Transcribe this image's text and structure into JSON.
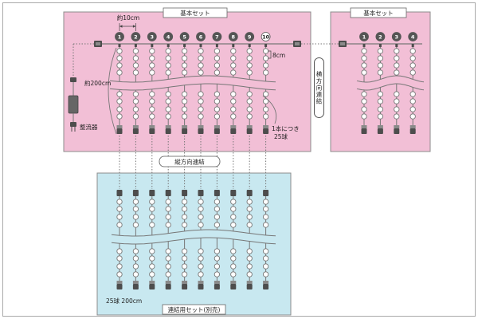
{
  "main_set": {
    "title": "基本セット",
    "string_labels": [
      "1",
      "2",
      "3",
      "4",
      "5",
      "6",
      "7",
      "8",
      "9",
      "10"
    ],
    "spacing_label": "約10cm",
    "bulb_spacing_label": "8cm",
    "length_label": "約200cm",
    "rectifier_label": "整流器",
    "per_string_line1": "1本につき",
    "per_string_line2": "25球"
  },
  "second_set": {
    "title": "基本セット",
    "string_labels": [
      "1",
      "2",
      "3",
      "4"
    ]
  },
  "horizontal_link_label": "横方向連結",
  "vertical_link_label": "縦方向連結",
  "extension_set": {
    "title": "連結用セット(別売)",
    "spec_label": "25球 200cm"
  },
  "colors": {
    "basic_set_fill": "#f2bfd6",
    "extension_set_fill": "#c8e8f0",
    "panel_border": "#8c8c8c",
    "cap": "#4d4d4d",
    "line": "#777777",
    "number_fill": "#555555"
  }
}
